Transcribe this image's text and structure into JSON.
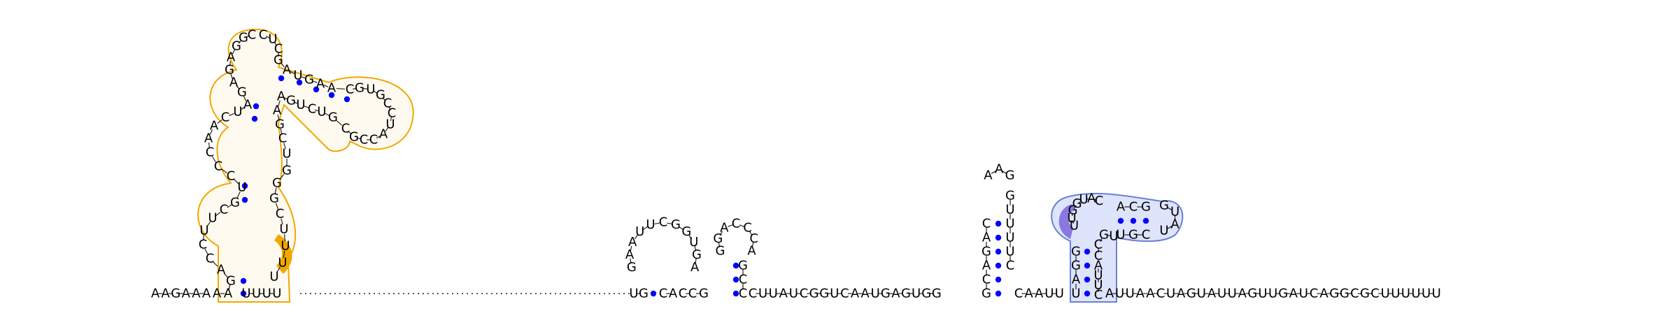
{
  "colors": {
    "background": "#ffffff",
    "nucleotide_text": "#000000",
    "backbone": "#222222",
    "base_pair_dot": "#0000ff",
    "domain_orange_outline": "#f0a800",
    "domain_orange_fill": "#fffaf0",
    "domain_orange_highlight": "#f0a800",
    "domain_blue_outline": "#6b7fd6",
    "domain_blue_fill": "#dde4fb",
    "domain_blue_highlight": "#8878e0"
  },
  "tail_5prime": "AAGAAA",
  "tail_3prime": "AUUAACUAGUAUUAGUUGAUCAGGCGCUUUUUU",
  "linker_between_hairpins_1": "CUUAUCGGUCAAUGAGUGG",
  "linker_between_hairpins_2": "CAAUU",
  "ladder_sequence": "UUUU",
  "hairpin_a": {
    "stem_5": "UG",
    "loop": "GAAUUCGGUGA",
    "stem_3": "CA"
  },
  "hairpin_b": {
    "stem_5": "CCG",
    "loop": "GGACCCA",
    "stem_3": "CCG"
  },
  "hairpin_c": {
    "stem_5": "GCAGAC",
    "loop": "AAG",
    "stem_3": "GUUUUC"
  },
  "hairpin_d": {
    "stem_outer_5": "UAGG",
    "loop_5": "UUGGUAC",
    "stem_inner_5": "ACG",
    "loop_end": "GUAU",
    "stem_inner_3": "CGU",
    "loop_3": "UGCC",
    "stem_outer_3": "AUUC",
    "highlight": "UGGU"
  },
  "domain_1": {
    "left_strand": "AAGACCUUCGUCCCAACUAGAGAGGC",
    "right_strand": "CUCGAUGAACGUGCCUACCGCGUCUGAAGCUGGGCUUUU",
    "highlight": "UUG"
  }
}
